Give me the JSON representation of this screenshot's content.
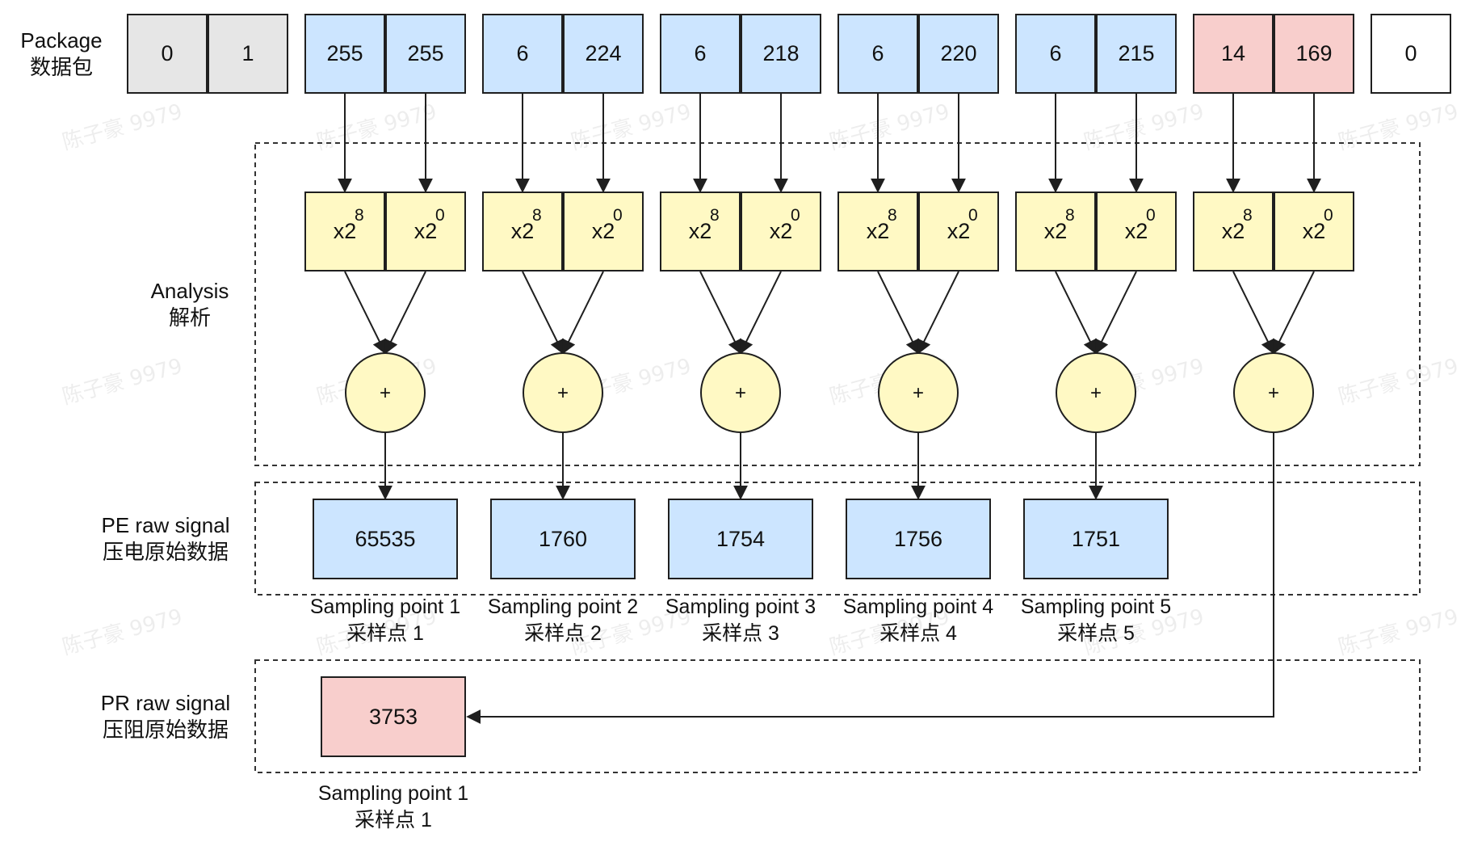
{
  "labels": {
    "package": "Package",
    "package_cn": "数据包",
    "analysis": "Analysis",
    "analysis_cn": "解析",
    "pe": "PE raw signal",
    "pe_cn": "压电原始数据",
    "pr": "PR raw signal",
    "pr_cn": "压阻原始数据"
  },
  "package_groups": [
    {
      "bytes": [
        "0",
        "1"
      ],
      "kind": "header"
    },
    {
      "bytes": [
        "255",
        "255"
      ],
      "kind": "pe"
    },
    {
      "bytes": [
        "6",
        "224"
      ],
      "kind": "pe"
    },
    {
      "bytes": [
        "6",
        "218"
      ],
      "kind": "pe"
    },
    {
      "bytes": [
        "6",
        "220"
      ],
      "kind": "pe"
    },
    {
      "bytes": [
        "6",
        "215"
      ],
      "kind": "pe"
    },
    {
      "bytes": [
        "14",
        "169"
      ],
      "kind": "pr"
    },
    {
      "bytes": [
        "0"
      ],
      "kind": "footer"
    }
  ],
  "multipliers": {
    "high": "x2",
    "high_exp": "8",
    "low": "x2",
    "low_exp": "0"
  },
  "adder_symbol": "+",
  "pe_samples": [
    {
      "value": "65535",
      "label": "Sampling point 1",
      "label_cn": "采样点 1"
    },
    {
      "value": "1760",
      "label": "Sampling point 2",
      "label_cn": "采样点 2"
    },
    {
      "value": "1754",
      "label": "Sampling point 3",
      "label_cn": "采样点 3"
    },
    {
      "value": "1756",
      "label": "Sampling point 4",
      "label_cn": "采样点 4"
    },
    {
      "value": "1751",
      "label": "Sampling point 5",
      "label_cn": "采样点 5"
    }
  ],
  "pr_samples": [
    {
      "value": "3753",
      "label": "Sampling point 1",
      "label_cn": "采样点 1"
    }
  ],
  "watermark": "陈子豪 9979",
  "colors": {
    "header": "#e6e6e6",
    "pe": "#cce5ff",
    "pr": "#f8cecc",
    "multiplier": "#fff9c4",
    "adder": "#fff9c4",
    "stroke": "#1f1f1f"
  }
}
